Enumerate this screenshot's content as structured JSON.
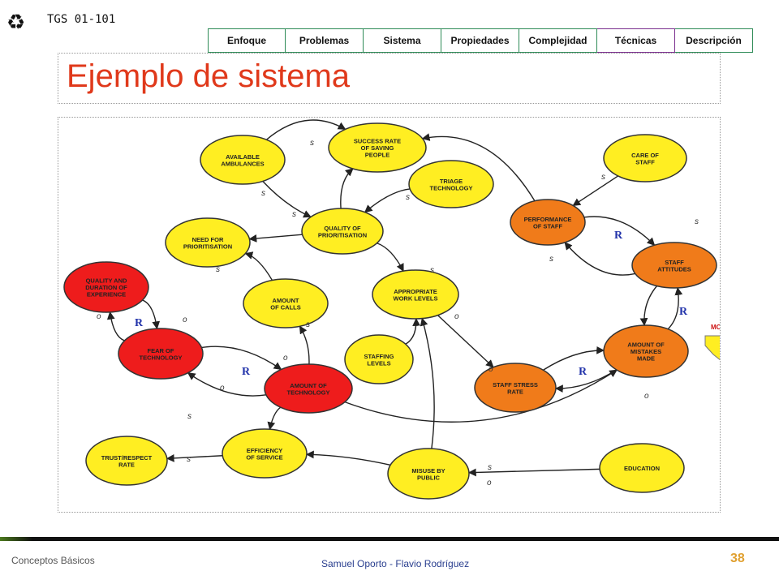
{
  "header": {
    "logo_icon": "recycle-icon",
    "course_code": "TGS 01-101",
    "tabs": [
      {
        "label": "Enfoque",
        "color": "#2e8b57"
      },
      {
        "label": "Problemas",
        "color": "#2e8b57"
      },
      {
        "label": "Sistema",
        "color": "#2e8b57"
      },
      {
        "label": "Propiedades",
        "color": "#2e8b57"
      },
      {
        "label": "Complejidad",
        "color": "#2e8b57"
      },
      {
        "label": "Técnicas",
        "color": "#7a2e8e"
      },
      {
        "label": "Descripción",
        "color": "#2e8b57"
      }
    ]
  },
  "slide": {
    "title": "Ejemplo de sistema",
    "title_color": "#e0391b"
  },
  "diagram": {
    "colors": {
      "yellow": "#ffee22",
      "orange": "#f07b1a",
      "red": "#ee1c1c"
    },
    "nodes": [
      {
        "id": "success",
        "lines": [
          "SUCCESS RATE",
          "OF SAVING",
          "PEOPLE"
        ],
        "color": "yellow"
      },
      {
        "id": "ambulances",
        "lines": [
          "AVAILABLE",
          "AMBULANCES"
        ],
        "color": "yellow"
      },
      {
        "id": "triage",
        "lines": [
          "TRIAGE",
          "TECHNOLOGY"
        ],
        "color": "yellow"
      },
      {
        "id": "care",
        "lines": [
          "CARE OF",
          "STAFF"
        ],
        "color": "yellow"
      },
      {
        "id": "performance",
        "lines": [
          "PERFORMANCE",
          "OF STAFF"
        ],
        "color": "orange"
      },
      {
        "id": "need",
        "lines": [
          "NEED FOR",
          "PRIORITISATION"
        ],
        "color": "yellow"
      },
      {
        "id": "quality_prio",
        "lines": [
          "QUALITY OF",
          "PRIORITISATION"
        ],
        "color": "yellow"
      },
      {
        "id": "attitudes",
        "lines": [
          "STAFF",
          "ATTITUDES"
        ],
        "color": "orange"
      },
      {
        "id": "quality_exp",
        "lines": [
          "QUALITY AND",
          "DURATION OF",
          "EXPERIENCE"
        ],
        "color": "red"
      },
      {
        "id": "calls",
        "lines": [
          "AMOUNT",
          "OF CALLS"
        ],
        "color": "yellow"
      },
      {
        "id": "work",
        "lines": [
          "APPROPRIATE",
          "WORK LEVELS"
        ],
        "color": "yellow"
      },
      {
        "id": "fear",
        "lines": [
          "FEAR OF",
          "TECHNOLOGY"
        ],
        "color": "red"
      },
      {
        "id": "staffing",
        "lines": [
          "STAFFING",
          "LEVELS"
        ],
        "color": "yellow"
      },
      {
        "id": "mistakes",
        "lines": [
          "AMOUNT OF",
          "MISTAKES",
          "MADE"
        ],
        "color": "orange"
      },
      {
        "id": "tech",
        "lines": [
          "AMOUNT OF",
          "TECHNOLOGY"
        ],
        "color": "red"
      },
      {
        "id": "stress",
        "lines": [
          "STAFF STRESS",
          "RATE"
        ],
        "color": "orange"
      },
      {
        "id": "trust",
        "lines": [
          "TRUST/RESPECT",
          "RATE"
        ],
        "color": "yellow"
      },
      {
        "id": "efficiency",
        "lines": [
          "EFFICIENCY",
          "OF SERVICE"
        ],
        "color": "yellow"
      },
      {
        "id": "misuse",
        "lines": [
          "MISUSE BY",
          "PUBLIC"
        ],
        "color": "yellow"
      },
      {
        "id": "education",
        "lines": [
          "EDUCATION"
        ],
        "color": "yellow"
      }
    ],
    "loop_markers": [
      "R",
      "R",
      "R",
      "R",
      "R"
    ],
    "signs": [
      "s",
      "s",
      "s",
      "s",
      "s",
      "s",
      "s",
      "s",
      "s",
      "s",
      "s",
      "s",
      "s",
      "o",
      "o",
      "o",
      "o",
      "o",
      "o",
      "o",
      "o"
    ],
    "partial_label": "MC"
  },
  "footer": {
    "left": "Conceptos Básicos",
    "center": "Samuel Oporto - Flavio Rodríguez",
    "page": "38"
  }
}
